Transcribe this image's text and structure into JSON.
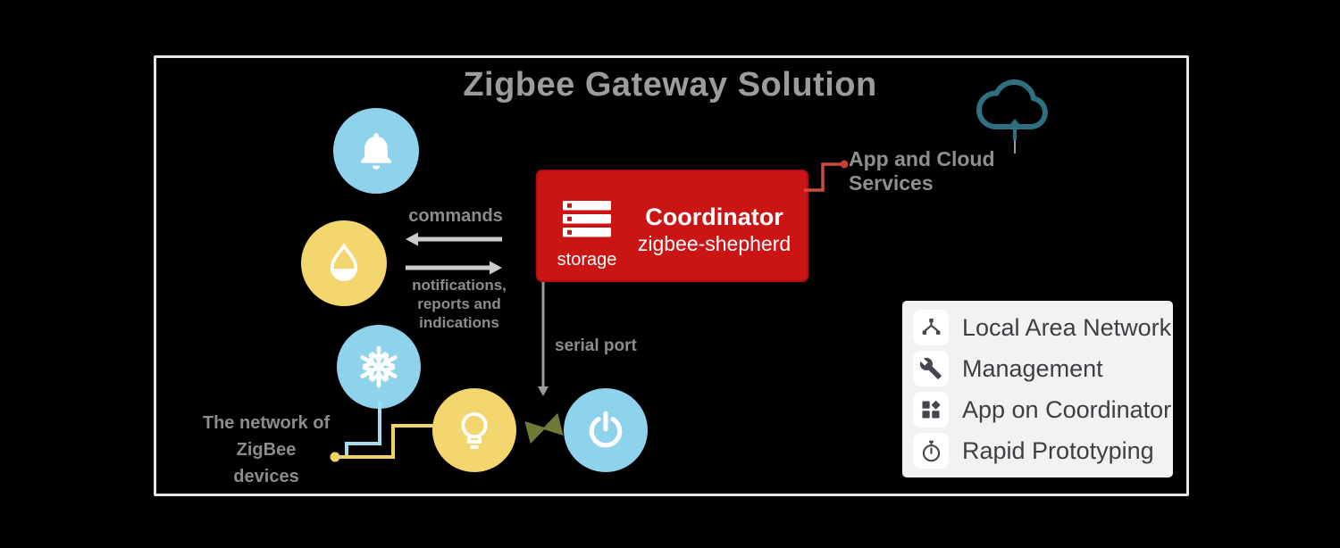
{
  "title": "Zigbee Gateway Solution",
  "coordinator": {
    "title": "Coordinator",
    "subtitle": "zigbee-shepherd",
    "storage_label": "storage"
  },
  "cloud_label": "App and Cloud Services",
  "labels": {
    "to_devices_arrow": "commands",
    "from_devices_line1": "notifications,",
    "from_devices_line2": "reports and",
    "from_devices_line3": "indications",
    "serial": "serial port",
    "device_note_line1": "The network of ZigBee",
    "device_note_line2": "devices"
  },
  "devices": [
    {
      "icon": "bell-icon",
      "color": "#8fd2ec"
    },
    {
      "icon": "water-drop-icon",
      "color": "#f3d66e"
    },
    {
      "icon": "snowflake-icon",
      "color": "#8fd2ec"
    },
    {
      "icon": "light-bulb-icon",
      "color": "#f3d66e"
    },
    {
      "icon": "power-icon",
      "color": "#8fd2ec"
    }
  ],
  "legend": {
    "items": [
      {
        "icon": "network-icon",
        "label": "Local Area Network"
      },
      {
        "icon": "wrench-icon",
        "label": "Management"
      },
      {
        "icon": "apps-icon",
        "label": "App on Coordinator"
      },
      {
        "icon": "stopwatch-icon",
        "label": "Rapid Prototyping"
      }
    ]
  },
  "colors": {
    "red": "#cb1414",
    "blue": "#8fd2ec",
    "yellow": "#f3d66e",
    "teal": "#2e6f80",
    "olive": "#6e7a36",
    "gray_text": "#8c8c8c",
    "legend_bg": "#f2f2f2",
    "legend_text": "#3e3e44"
  }
}
